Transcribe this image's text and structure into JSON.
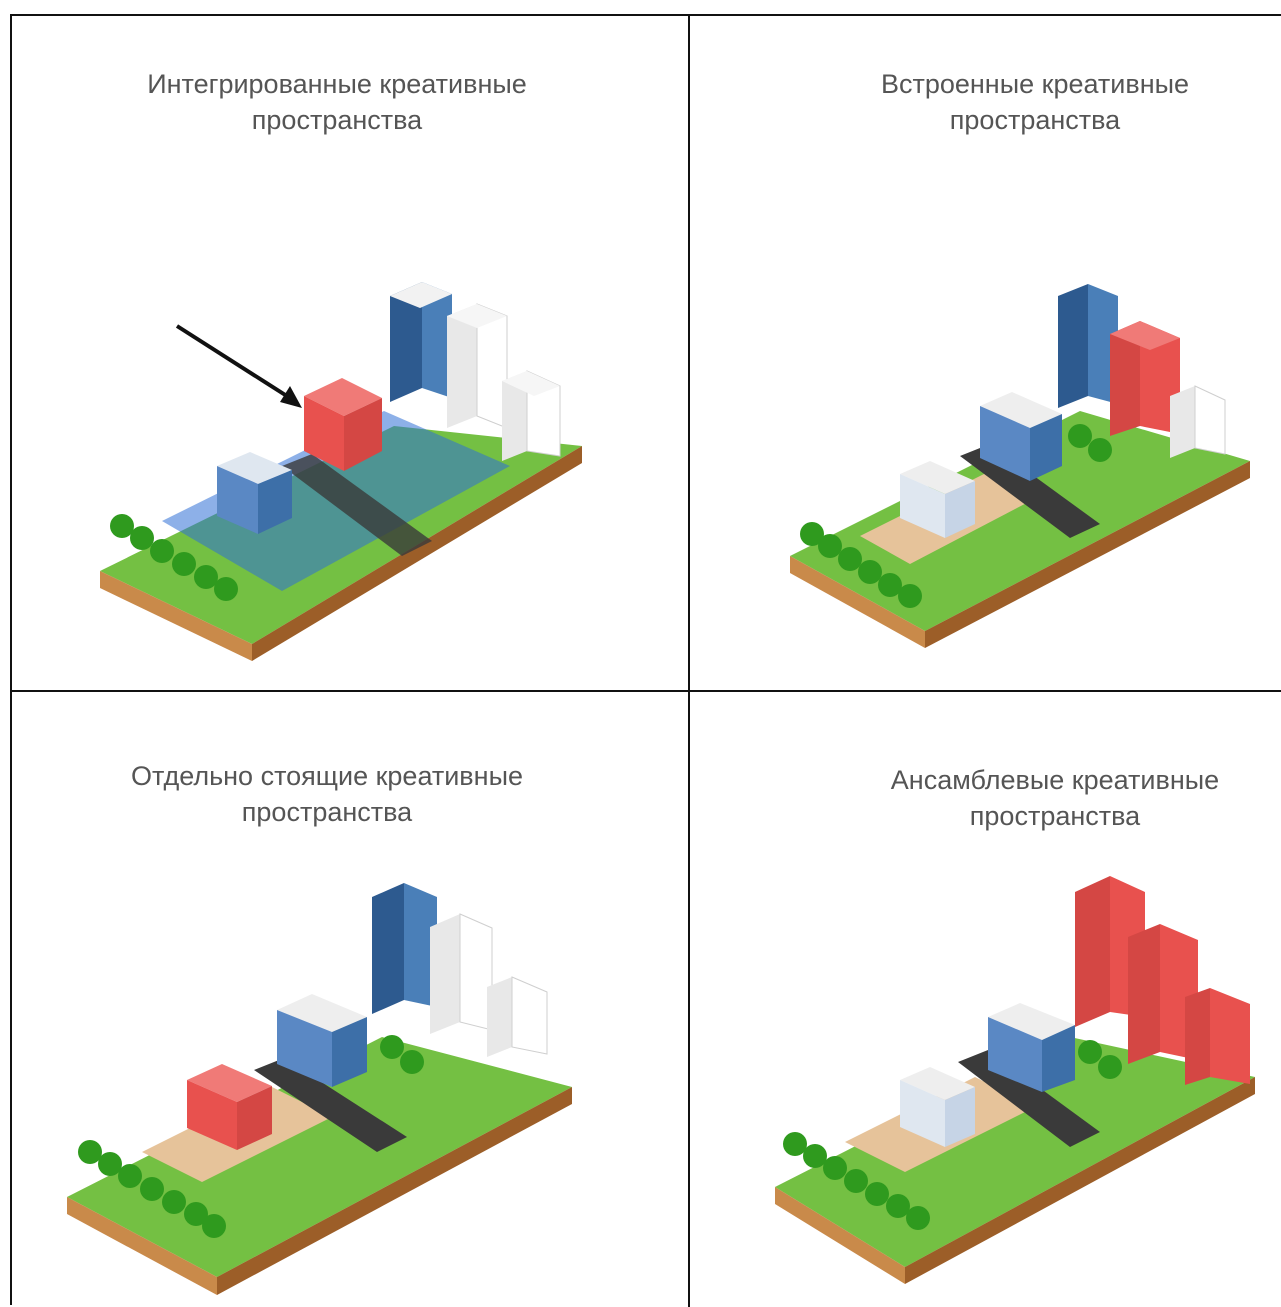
{
  "panels": [
    {
      "title_line1": "Интегрированные креативные",
      "title_line2": "пространства"
    },
    {
      "title_line1": "Встроенные креативные",
      "title_line2": "пространства"
    },
    {
      "title_line1": "Отдельно стоящие креативные",
      "title_line2": "пространства"
    },
    {
      "title_line1": "Ансамблевые креативные",
      "title_line2": "пространства"
    }
  ],
  "colors": {
    "grass": "#74c043",
    "grass_dark": "#4f9a2a",
    "soil_left": "#c98a4a",
    "soil_right": "#9c5e28",
    "highlight_red": "#e8514e",
    "overlay_blue": "#2f6fd6",
    "glass_blue": "#3d6fa8",
    "road": "#3a3a3a",
    "sand": "#e6c39a",
    "tree": "#2f9a1e"
  }
}
